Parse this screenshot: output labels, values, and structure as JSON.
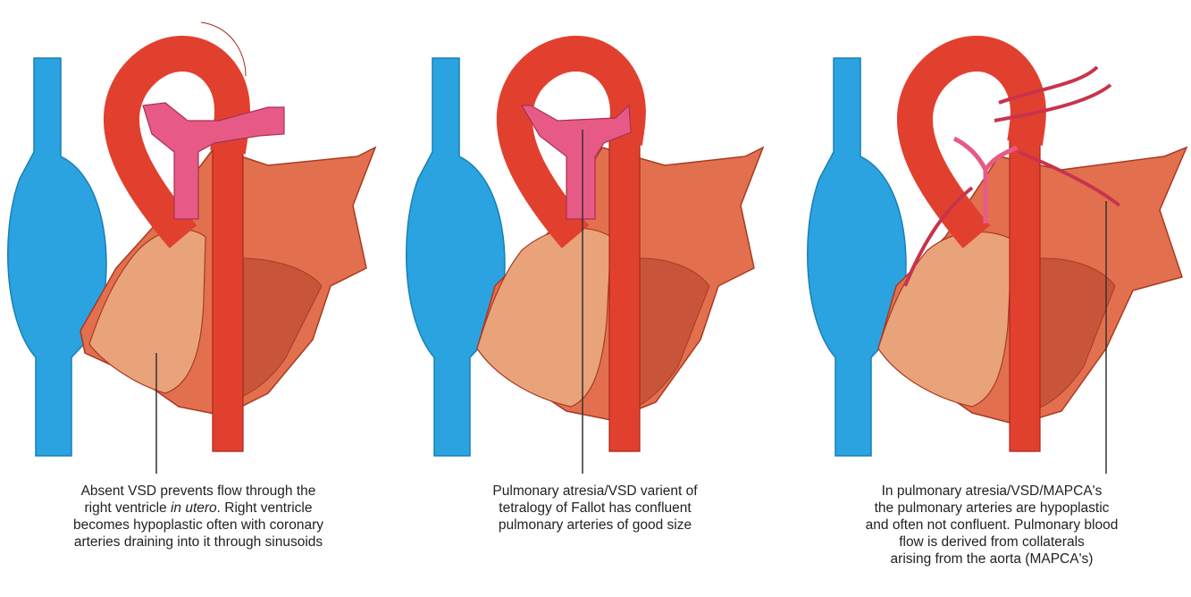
{
  "colors": {
    "vein": "#2aa3e0",
    "aorta": "#e2402f",
    "pulmonary": "#e75a86",
    "heart": "#e2704f",
    "ventricle": "#e9a37a",
    "collateral": "#c8334c"
  },
  "panels": [
    {
      "caption": {
        "line1": "Absent VSD prevents flow through the",
        "line2a": "right ventricle ",
        "line2_italic": "in utero",
        "line2b": ". Right ventricle",
        "line3": "becomes hypoplastic often with coronary",
        "line4": "arteries draining into it through sinusoids"
      }
    },
    {
      "caption": {
        "line1": "Pulmonary atresia/VSD varient of",
        "line2": "tetralogy of Fallot has confluent",
        "line3": "pulmonary arteries of good size"
      }
    },
    {
      "caption": {
        "line1": "In pulmonary atresia/VSD/MAPCA's",
        "line2": "the pulmonary arteries are hypoplastic",
        "line3": "and often not confluent. Pulmonary blood",
        "line4": "flow is derived from collaterals",
        "line5": "arising from the aorta (MAPCA's)"
      }
    }
  ]
}
